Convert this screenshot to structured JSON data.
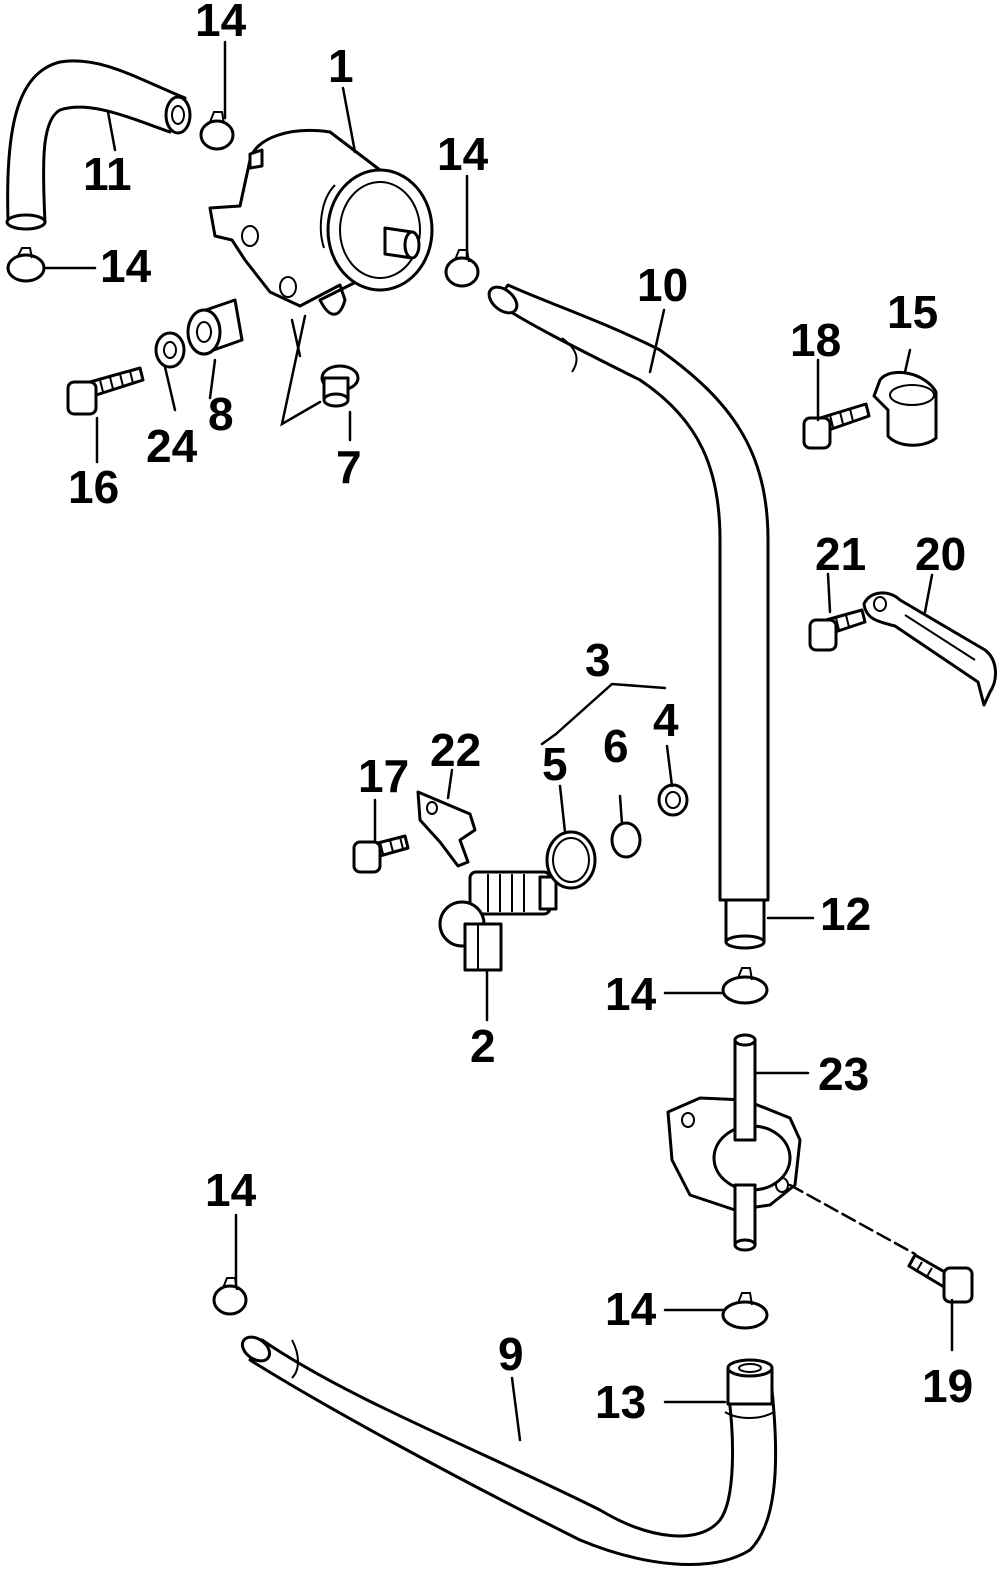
{
  "diagram": {
    "callouts": [
      "1",
      "2",
      "3",
      "4",
      "5",
      "6",
      "7",
      "8",
      "9",
      "10",
      "11",
      "12",
      "13",
      "14",
      "15",
      "16",
      "17",
      "18",
      "19",
      "20",
      "21",
      "22",
      "23",
      "24"
    ],
    "clamp_label": "14"
  }
}
